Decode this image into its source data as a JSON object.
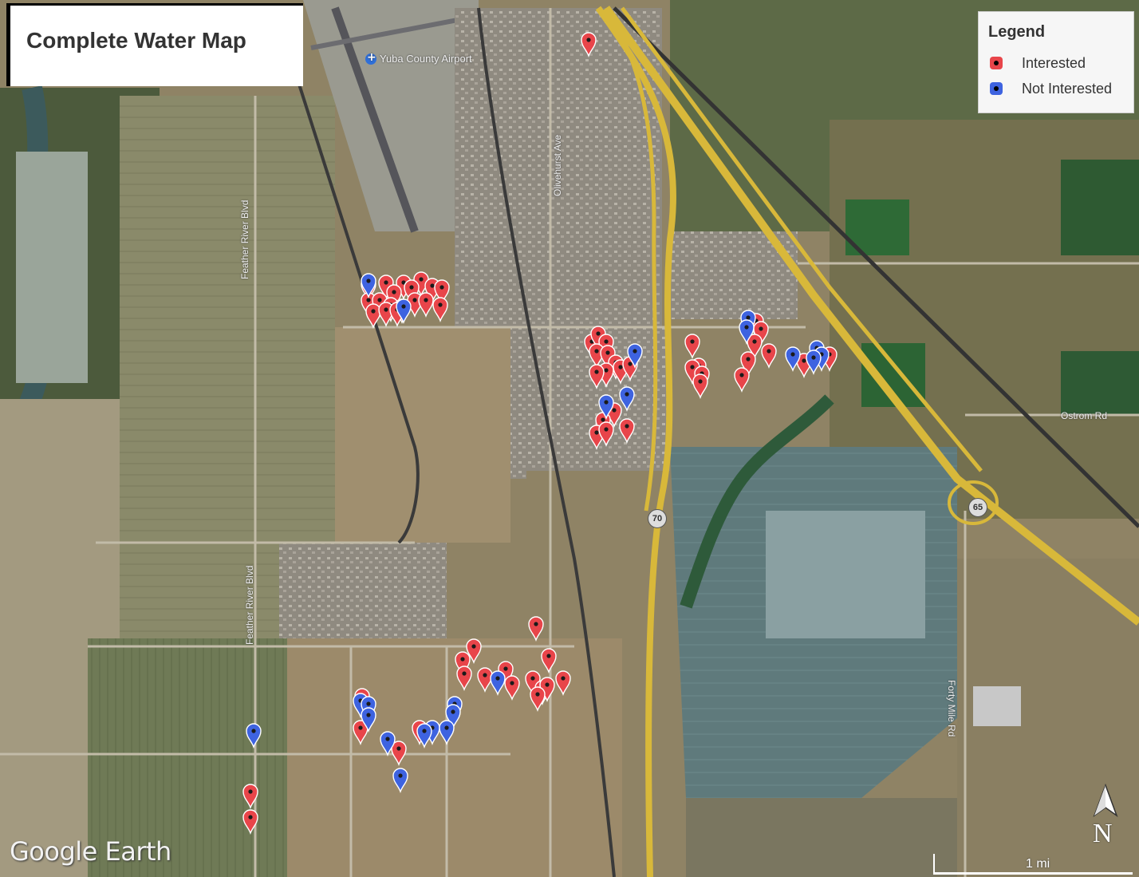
{
  "map": {
    "title": "Complete Water Map",
    "watermark": "Google Earth",
    "scale_label": "1 mi",
    "north_label": "N",
    "airport_label": "Yuba County Airport",
    "highway_70": "70",
    "highway_65": "65",
    "road_labels": {
      "feather_river_top": "Feather River Blvd",
      "feather_river_bottom": "Feather River Blvd",
      "olivehurst": "Olivehurst Ave",
      "ostrom": "Ostrom Rd",
      "forty_mile": "Forty Mile Rd"
    }
  },
  "legend": {
    "title": "Legend",
    "items": [
      {
        "label": "Interested",
        "color": "#e8454a"
      },
      {
        "label": "Not Interested",
        "color": "#3e63e0"
      }
    ]
  },
  "markers": {
    "interested_color": "#e8454a",
    "not_interested_color": "#3e63e0",
    "interested": [
      [
        738,
        52
      ],
      [
        462,
        358
      ],
      [
        484,
        356
      ],
      [
        506,
        356
      ],
      [
        528,
        352
      ],
      [
        542,
        360
      ],
      [
        554,
        362
      ],
      [
        516,
        362
      ],
      [
        494,
        368
      ],
      [
        462,
        378
      ],
      [
        476,
        378
      ],
      [
        490,
        384
      ],
      [
        504,
        386
      ],
      [
        520,
        378
      ],
      [
        534,
        378
      ],
      [
        552,
        384
      ],
      [
        468,
        392
      ],
      [
        484,
        390
      ],
      [
        498,
        390
      ],
      [
        742,
        430
      ],
      [
        750,
        420
      ],
      [
        760,
        430
      ],
      [
        748,
        442
      ],
      [
        762,
        444
      ],
      [
        772,
        456
      ],
      [
        760,
        466
      ],
      [
        748,
        468
      ],
      [
        778,
        462
      ],
      [
        790,
        458
      ],
      [
        770,
        516
      ],
      [
        756,
        528
      ],
      [
        748,
        544
      ],
      [
        760,
        540
      ],
      [
        786,
        536
      ],
      [
        868,
        430
      ],
      [
        876,
        460
      ],
      [
        868,
        462
      ],
      [
        880,
        470
      ],
      [
        878,
        480
      ],
      [
        948,
        404
      ],
      [
        954,
        414
      ],
      [
        946,
        430
      ],
      [
        964,
        442
      ],
      [
        938,
        452
      ],
      [
        930,
        472
      ],
      [
        1008,
        454
      ],
      [
        1040,
        446
      ],
      [
        672,
        784
      ],
      [
        594,
        812
      ],
      [
        580,
        828
      ],
      [
        582,
        846
      ],
      [
        608,
        848
      ],
      [
        634,
        840
      ],
      [
        642,
        858
      ],
      [
        668,
        852
      ],
      [
        688,
        824
      ],
      [
        706,
        852
      ],
      [
        680,
        864
      ],
      [
        686,
        860
      ],
      [
        674,
        872
      ],
      [
        452,
        914
      ],
      [
        500,
        940
      ],
      [
        454,
        874
      ],
      [
        526,
        914
      ],
      [
        314,
        994
      ],
      [
        314,
        1026
      ]
    ],
    "not_interested": [
      [
        462,
        354
      ],
      [
        506,
        386
      ],
      [
        796,
        442
      ],
      [
        760,
        506
      ],
      [
        786,
        496
      ],
      [
        938,
        400
      ],
      [
        936,
        412
      ],
      [
        994,
        446
      ],
      [
        1024,
        438
      ],
      [
        1030,
        446
      ],
      [
        1020,
        450
      ],
      [
        624,
        852
      ],
      [
        452,
        880
      ],
      [
        462,
        884
      ],
      [
        462,
        898
      ],
      [
        570,
        884
      ],
      [
        568,
        894
      ],
      [
        542,
        914
      ],
      [
        560,
        914
      ],
      [
        532,
        918
      ],
      [
        486,
        928
      ],
      [
        318,
        918
      ],
      [
        502,
        974
      ]
    ]
  }
}
